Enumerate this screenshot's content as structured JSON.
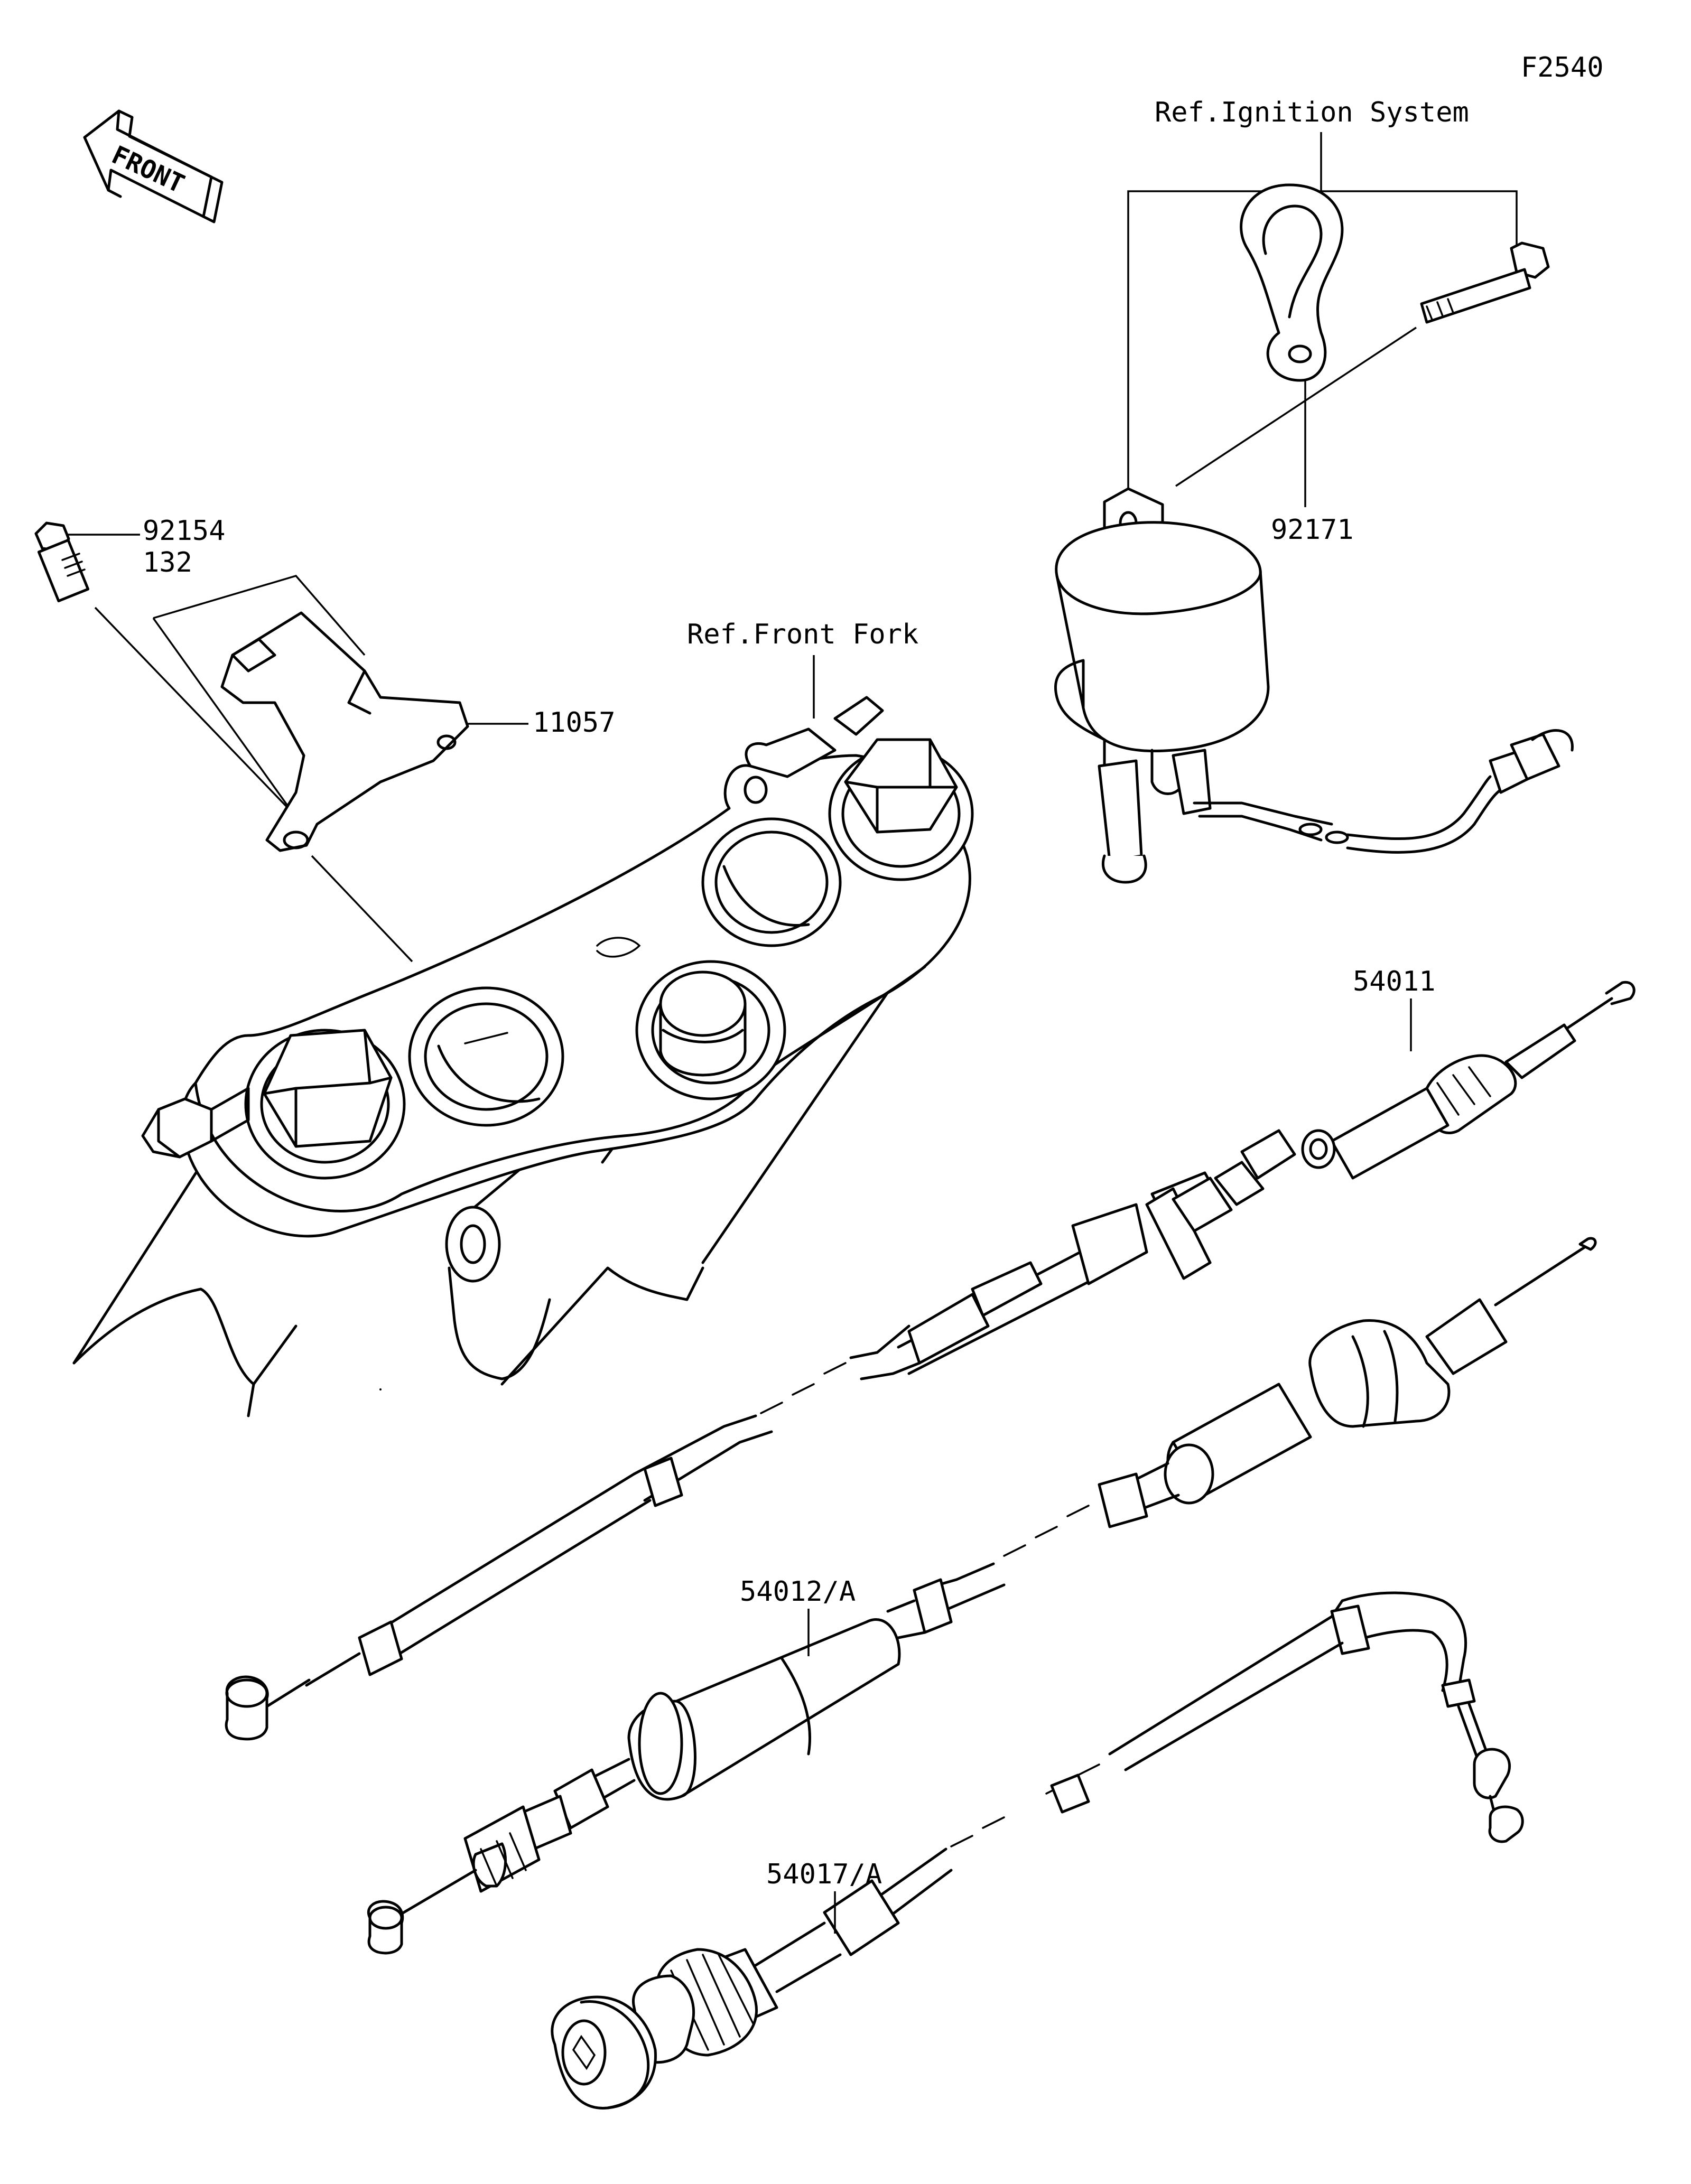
{
  "diagram_code": "F2540",
  "front_arrow_text": "FRONT",
  "references": {
    "ignition": "Ref.Ignition System",
    "front_fork": "Ref.Front Fork"
  },
  "parts": {
    "bolt_code": "92154",
    "bolt_sub": "132",
    "bracket": "11057",
    "clamp": "92171",
    "clutch_cable": "54011",
    "throttle_cable": "54012/A",
    "choke_cable": "54017/A"
  }
}
